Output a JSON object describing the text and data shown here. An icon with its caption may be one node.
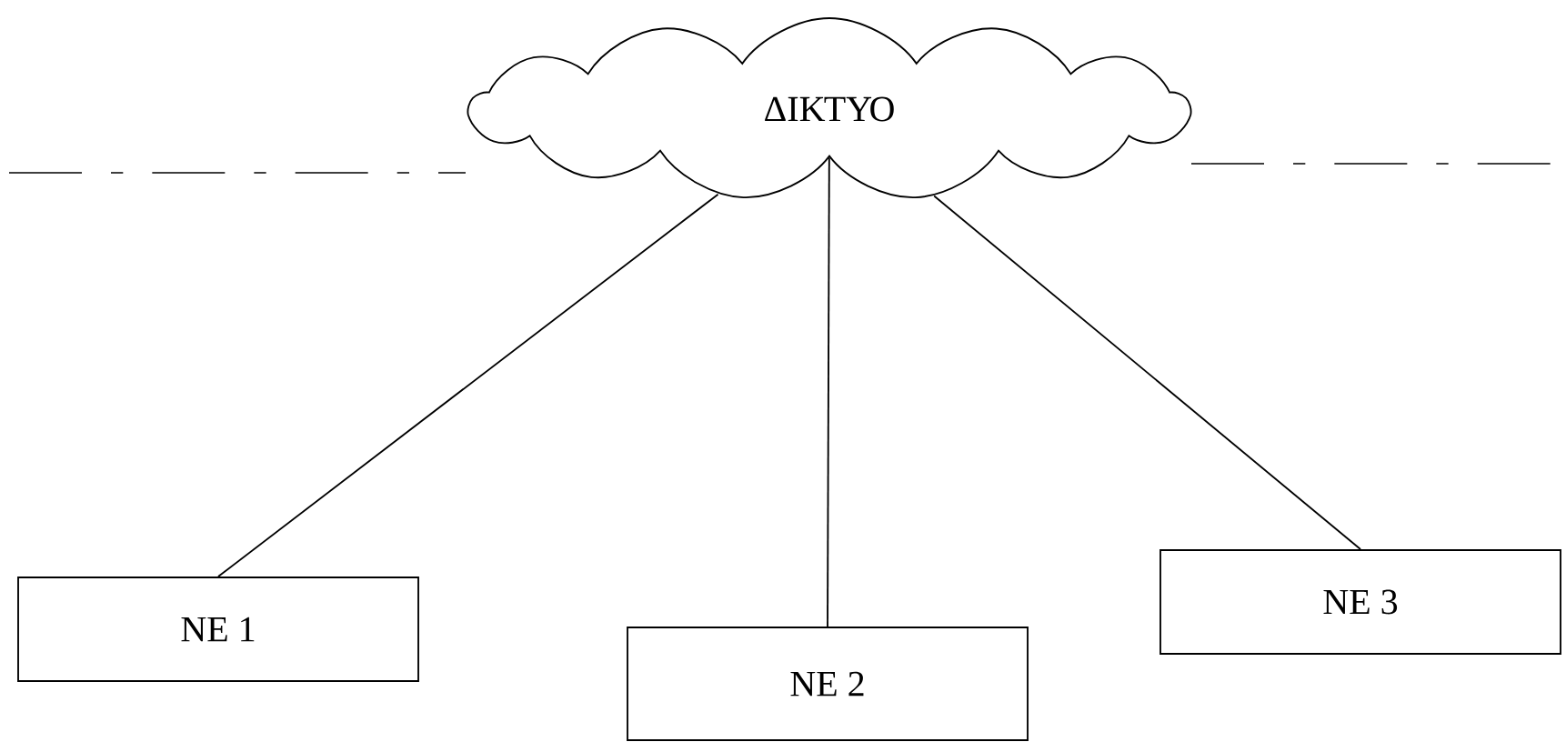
{
  "diagram": {
    "nodes": [
      {
        "text": [
          "ΔΙΚΤΥΟ"
        ]
      },
      {
        "text": [
          "NE 1"
        ]
      },
      {
        "text": [
          "NE 2"
        ]
      },
      {
        "text": [
          "NE 3"
        ]
      }
    ],
    "edges": [
      {
        "from": 0,
        "to": 1,
        "arrow": "none"
      },
      {
        "from": 0,
        "to": 2,
        "arrow": "none"
      },
      {
        "from": 0,
        "to": 3,
        "arrow": "none"
      }
    ]
  }
}
